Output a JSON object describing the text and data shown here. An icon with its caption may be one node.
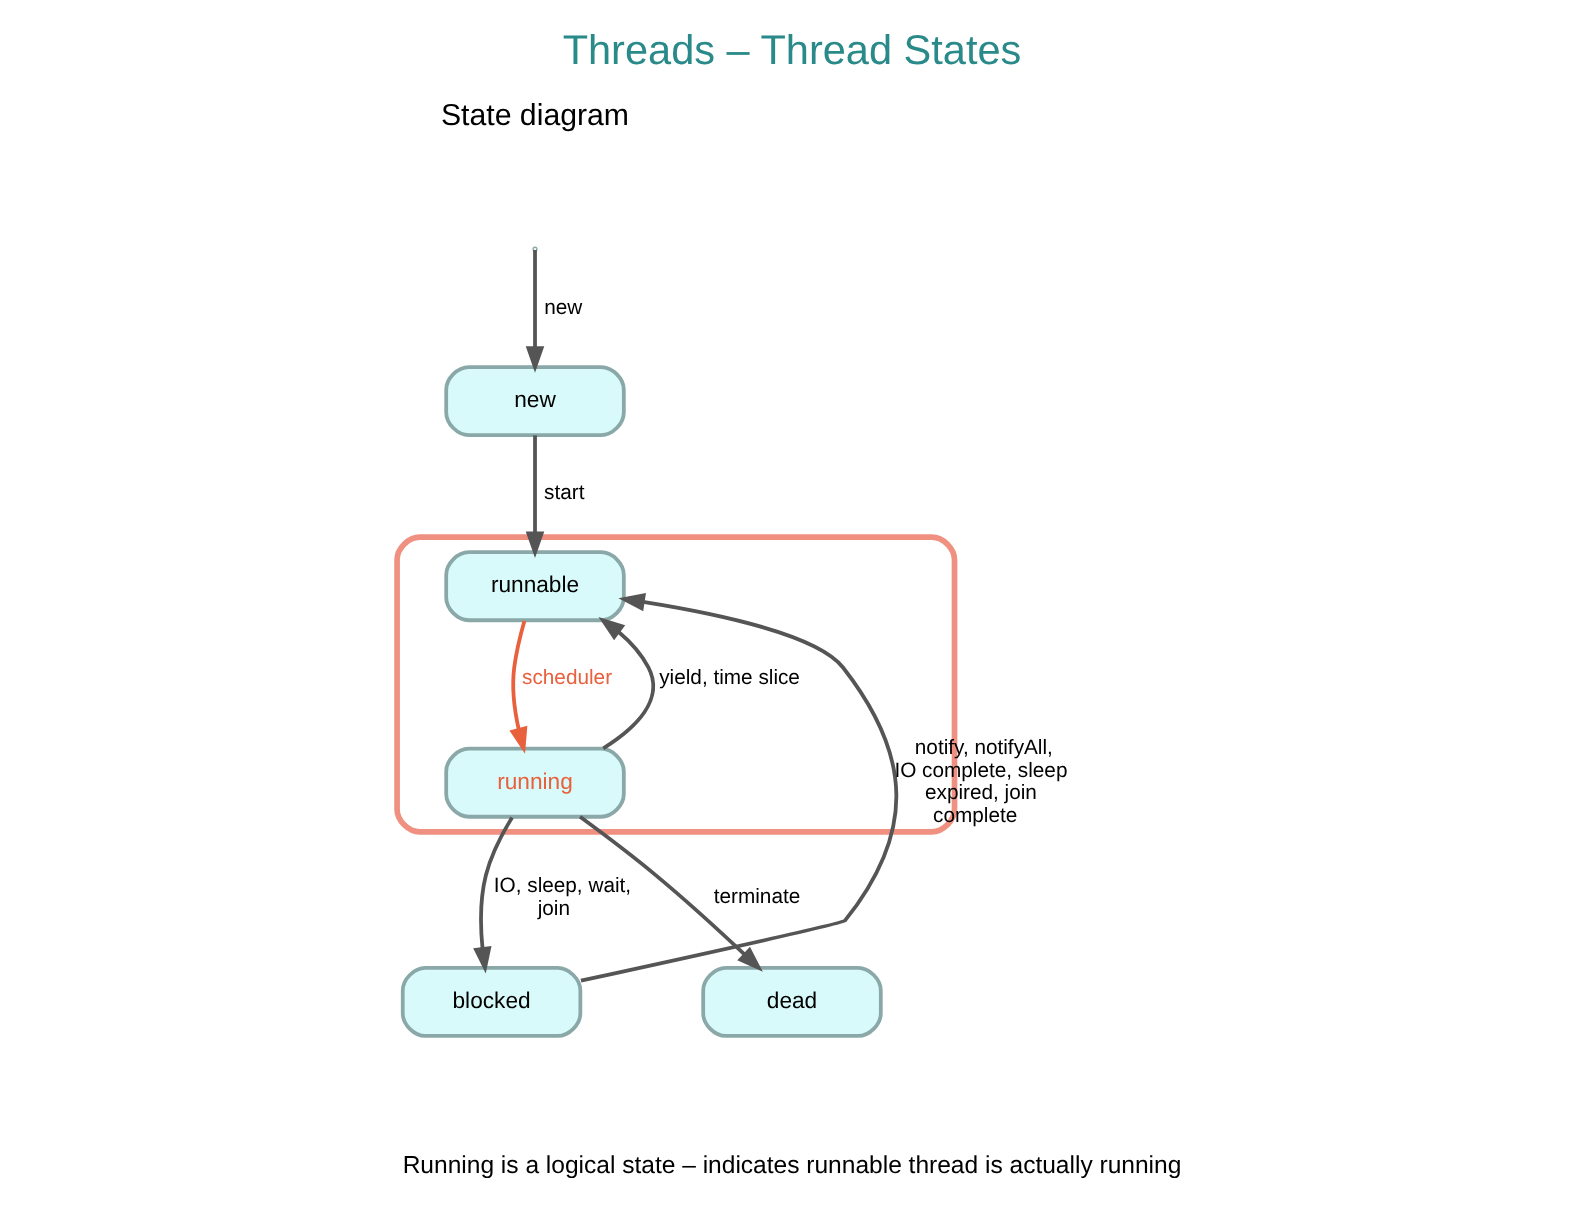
{
  "diagram": {
    "title": "Threads – Thread States",
    "nodes": [
      {
        "text": [
          "new"
        ]
      },
      {
        "text": [],
        "shape": "box"
      },
      {
        "text": [
          "runnable"
        ],
        "in": 1
      },
      {
        "text": [
          "running"
        ],
        "in": 1
      },
      {
        "text": [
          "blocked"
        ]
      },
      {
        "text": [
          "dead"
        ]
      }
    ],
    "edges": [
      {
        "from": null,
        "to": 0,
        "arrow": "to",
        "label": "new"
      },
      {
        "from": 0,
        "to": 2,
        "arrow": "to",
        "label": "start"
      },
      {
        "from": 2,
        "to": 3,
        "arrow": "to",
        "label": "scheduler",
        "color": "#e8603c"
      },
      {
        "from": 3,
        "to": 2,
        "arrow": "to",
        "label": "yield, time slice"
      },
      {
        "from": 3,
        "to": 4,
        "arrow": "to",
        "label": "IO, sleep, wait, join"
      },
      {
        "from": 4,
        "to": 2,
        "arrow": "to",
        "label": "notify, notifyAll, IO complete, sleep expired, join complete"
      },
      {
        "from": 3,
        "to": 5,
        "arrow": "to",
        "label": "terminate"
      }
    ],
    "labels": [
      "State diagram",
      "Running is a logical state – indicates runnable thread is actually running"
    ]
  }
}
